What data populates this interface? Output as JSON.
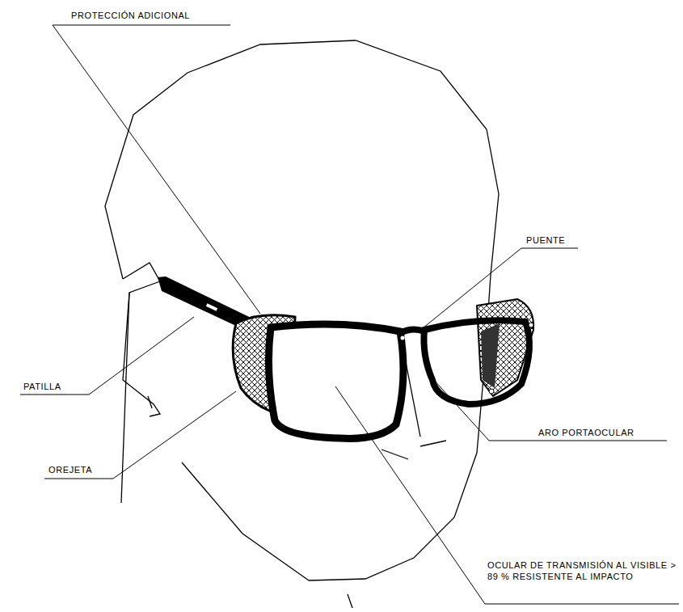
{
  "diagram": {
    "labels": [
      "PROTECCIÓN ADICIONAL",
      "PUENTE",
      "PATILLA",
      "ARO PORTAOCULAR",
      "OREJETA",
      "OCULAR DE TRANSMISIÓN AL VISIBLE > 89 % RESISTENTE AL IMPACTO"
    ]
  }
}
